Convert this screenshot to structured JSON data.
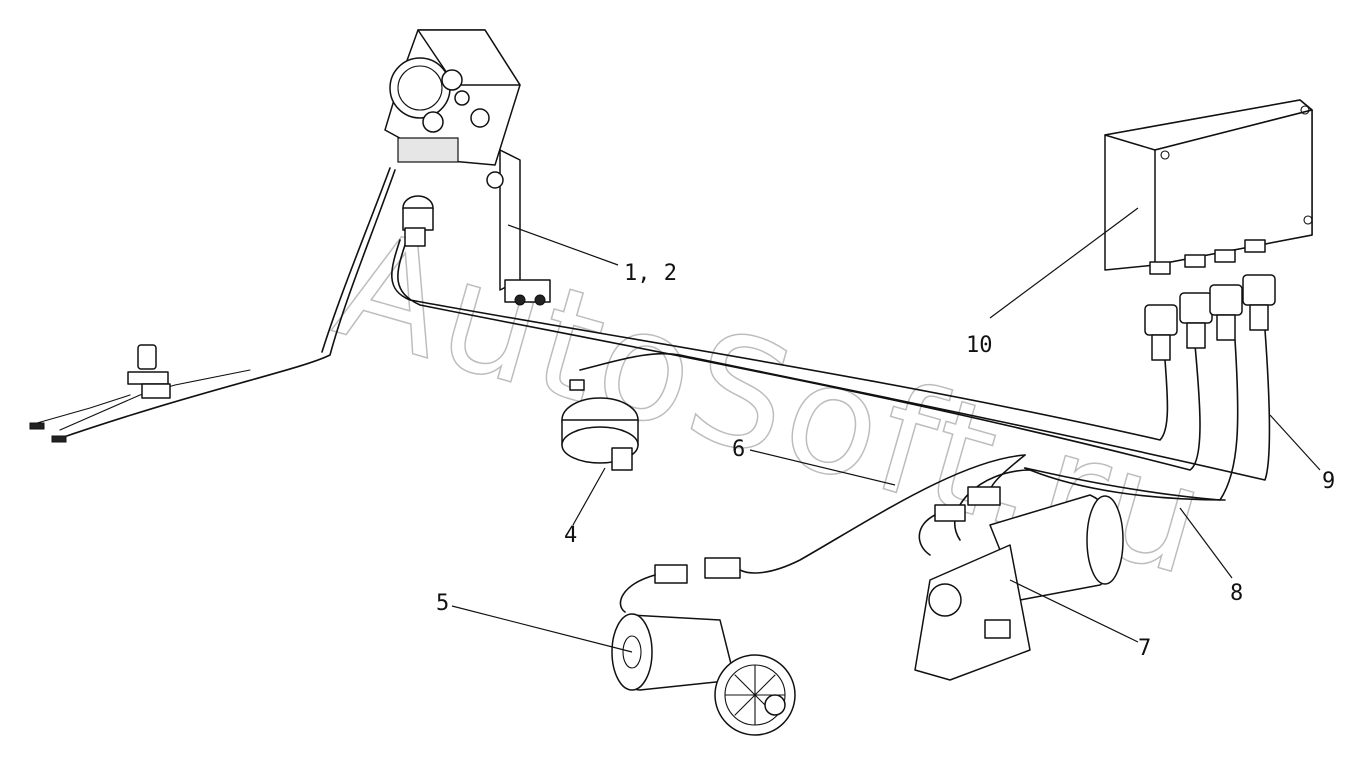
{
  "watermark": "AutoSoft.ru",
  "callouts": {
    "c12": "1, 2",
    "c4": "4",
    "c5": "5",
    "c6": "6",
    "c7": "7",
    "c8": "8",
    "c9": "9",
    "c10": "10"
  }
}
